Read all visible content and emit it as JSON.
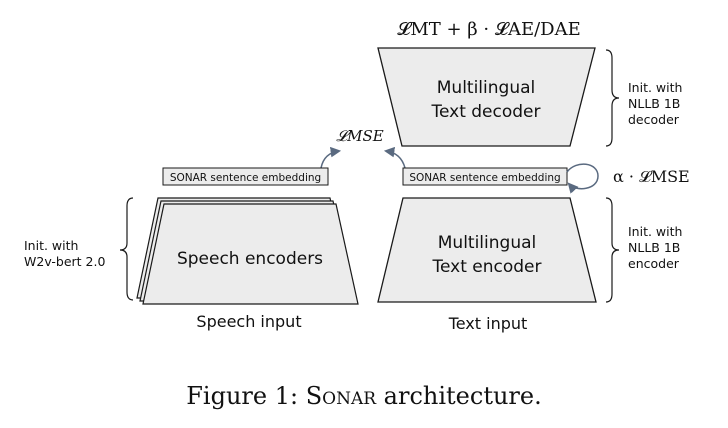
{
  "formulas": {
    "top_loss": "𝓛MT + β · 𝓛AE/DAE",
    "mse_loss": "𝓛MSE",
    "alpha_loss": "α · 𝓛MSE"
  },
  "nodes": {
    "text_decoder": {
      "line1": "Multilingual",
      "line2": "Text decoder"
    },
    "text_encoder": {
      "line1": "Multilingual",
      "line2": "Text encoder"
    },
    "speech_encoders": {
      "label": "Speech encoders"
    },
    "speech_embedding": {
      "label": "SONAR sentence embedding"
    },
    "text_embedding": {
      "label": "SONAR sentence embedding"
    }
  },
  "inputs": {
    "speech": "Speech input",
    "text": "Text input"
  },
  "annotations": {
    "decoder_init": {
      "line1": "Init. with",
      "line2": "NLLB 1B",
      "line3": "decoder"
    },
    "encoder_init": {
      "line1": "Init. with",
      "line2": "NLLB 1B",
      "line3": "encoder"
    },
    "speech_init": {
      "line1": "Init. with",
      "line2": "W2v-bert 2.0"
    }
  },
  "caption": {
    "prefix": "Figure 1: ",
    "name": "Sonar",
    "suffix": " architecture."
  },
  "colors": {
    "shape_fill": "#ececec",
    "stroke": "#1a1a1a",
    "arrow": "#5a6a80"
  }
}
